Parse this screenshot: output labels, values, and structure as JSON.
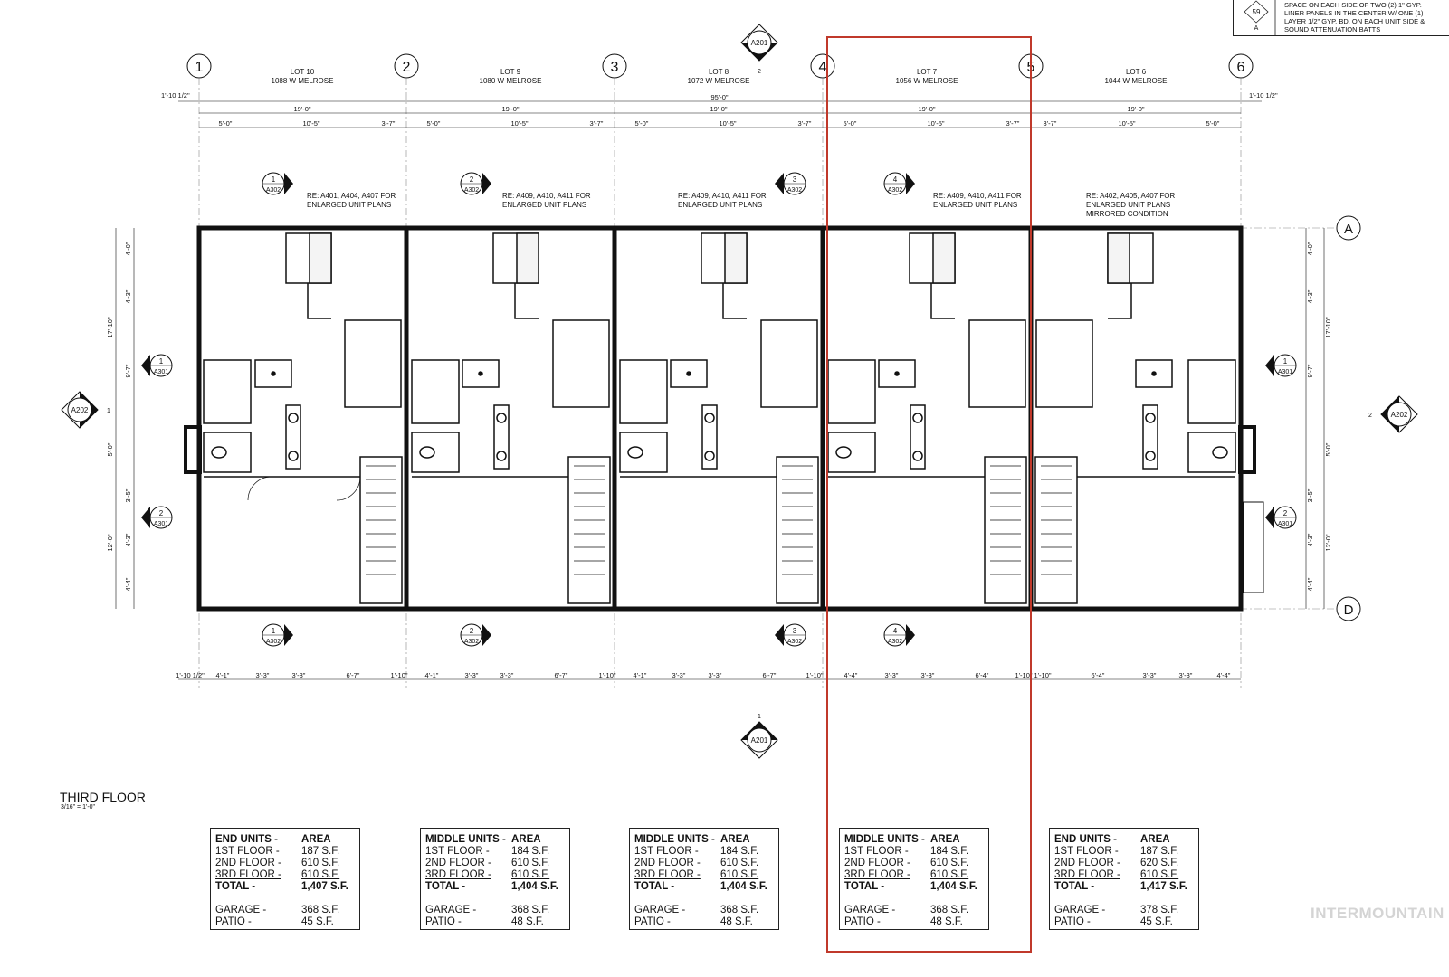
{
  "notes": {
    "top_right": "SPACE ON EACH SIDE OF TWO (2) 1\" GYP.\nLINER PANELS IN THE CENTER W/ ONE (1)\nLAYER 1/2\" GYP. BD. ON EACH UNIT SIDE &\nSOUND ATTENUATION BATTS",
    "tag_number": "59",
    "tag_letter": "A"
  },
  "grid": {
    "columns": [
      "1",
      "2",
      "3",
      "4",
      "5",
      "6"
    ],
    "rows": [
      "A",
      "D"
    ]
  },
  "lots": [
    {
      "lot": "LOT 10",
      "address": "1088 W MELROSE",
      "ref": "RE: A401, A404, A407 FOR",
      "ref2": "ENLARGED UNIT PLANS",
      "ref3": ""
    },
    {
      "lot": "LOT 9",
      "address": "1080 W MELROSE",
      "ref": "RE: A409, A410, A411 FOR",
      "ref2": "ENLARGED UNIT PLANS",
      "ref3": ""
    },
    {
      "lot": "LOT 8",
      "address": "1072 W MELROSE",
      "ref": "RE: A409, A410, A411 FOR",
      "ref2": "ENLARGED UNIT PLANS",
      "ref3": ""
    },
    {
      "lot": "LOT 7",
      "address": "1056 W MELROSE",
      "ref": "RE: A409, A410, A411 FOR",
      "ref2": "ENLARGED UNIT PLANS",
      "ref3": ""
    },
    {
      "lot": "LOT 6",
      "address": "1044 W MELROSE",
      "ref": "RE: A402, A405, A407 FOR",
      "ref2": "ENLARGED UNIT PLANS",
      "ref3": "MIRRORED CONDITION"
    }
  ],
  "dimensions": {
    "overall": "95'-0\"",
    "end_offset": "1'-10 1/2\"",
    "unit_width": "19'-0\"",
    "top_sub": [
      [
        "5'-0\"",
        "10'-5\"",
        "3'-7\""
      ],
      [
        "5'-0\"",
        "10'-5\"",
        "3'-7\""
      ],
      [
        "5'-0\"",
        "10'-5\"",
        "3'-7\""
      ],
      [
        "5'-0\"",
        "10'-5\"",
        "3'-7\""
      ],
      [
        "3'-7\"",
        "10'-5\"",
        "5'-0\""
      ]
    ],
    "bottom": [
      "1'-10 1/2\"",
      "4'-1\"",
      "3'-3\"",
      "3'-3\"",
      "6'-7\"",
      "1'-10\"",
      "4'-1\"",
      "3'-3\"",
      "3'-3\"",
      "6'-7\"",
      "1'-10\"",
      "4'-1\"",
      "3'-3\"",
      "3'-3\"",
      "6'-7\"",
      "1'-10\"",
      "4'-4\"",
      "3'-3\"",
      "3'-3\"",
      "6'-4\"",
      "1'-10\"",
      "1'-10\"",
      "6'-4\"",
      "3'-3\"",
      "3'-3\"",
      "4'-4\""
    ],
    "left_outer": [
      "17'-10\"",
      "5'-0\"",
      "12'-0\""
    ],
    "left_inner": [
      "4'-0\"",
      "4'-3\"",
      "9'-7\"",
      "3'-5\"",
      "4'-3\"",
      "4'-4\""
    ],
    "right_outer": [
      "17'-10\"",
      "5'-0\"",
      "12'-0\""
    ],
    "right_inner": [
      "4'-0\"",
      "4'-3\"",
      "9'-7\"",
      "3'-5\"",
      "4'-3\"",
      "4'-4\""
    ]
  },
  "section_tags": {
    "a201": "A201",
    "a202": "A202",
    "a301": "A301",
    "a302": "A302",
    "num_1": "1",
    "num_2": "2",
    "num_3": "3",
    "num_4": "4"
  },
  "drawing": {
    "number": "1",
    "title": "THIRD FLOOR",
    "scale": "3/16\" = 1'-0\""
  },
  "area_tables": [
    {
      "header": "END UNITS -",
      "header_val": "AREA",
      "rows": [
        [
          "1ST FLOOR -",
          "187 S.F."
        ],
        [
          "2ND FLOOR -",
          "610 S.F."
        ],
        [
          "3RD FLOOR -",
          "610 S.F."
        ]
      ],
      "total": [
        "TOTAL -",
        "1,407 S.F."
      ],
      "garage": [
        "GARAGE -",
        "368 S.F."
      ],
      "patio": [
        "PATIO -",
        "45 S.F."
      ]
    },
    {
      "header": "MIDDLE UNITS -",
      "header_val": "AREA",
      "rows": [
        [
          "1ST FLOOR -",
          "184 S.F."
        ],
        [
          "2ND FLOOR -",
          "610 S.F."
        ],
        [
          "3RD FLOOR -",
          "610 S.F."
        ]
      ],
      "total": [
        "TOTAL -",
        "1,404 S.F."
      ],
      "garage": [
        "GARAGE -",
        "368 S.F."
      ],
      "patio": [
        "PATIO -",
        "48 S.F."
      ]
    },
    {
      "header": "MIDDLE UNITS -",
      "header_val": "AREA",
      "rows": [
        [
          "1ST FLOOR -",
          "184 S.F."
        ],
        [
          "2ND FLOOR -",
          "610 S.F."
        ],
        [
          "3RD FLOOR -",
          "610 S.F."
        ]
      ],
      "total": [
        "TOTAL -",
        "1,404 S.F."
      ],
      "garage": [
        "GARAGE -",
        "368 S.F."
      ],
      "patio": [
        "PATIO -",
        "48 S.F."
      ]
    },
    {
      "header": "MIDDLE UNITS -",
      "header_val": "AREA",
      "rows": [
        [
          "1ST FLOOR -",
          "184 S.F."
        ],
        [
          "2ND FLOOR -",
          "610 S.F."
        ],
        [
          "3RD FLOOR -",
          "610 S.F."
        ]
      ],
      "total": [
        "TOTAL -",
        "1,404 S.F."
      ],
      "garage": [
        "GARAGE -",
        "368 S.F."
      ],
      "patio": [
        "PATIO -",
        "48 S.F."
      ]
    },
    {
      "header": "END UNITS -",
      "header_val": "AREA",
      "rows": [
        [
          "1ST FLOOR -",
          "187 S.F."
        ],
        [
          "2ND FLOOR -",
          "620 S.F."
        ],
        [
          "3RD FLOOR -",
          "610 S.F."
        ]
      ],
      "total": [
        "TOTAL -",
        "1,417 S.F."
      ],
      "garage": [
        "GARAGE -",
        "378 S.F."
      ],
      "patio": [
        "PATIO -",
        "45 S.F."
      ]
    }
  ],
  "highlight_color": "#c0392b",
  "watermark": "INTERMOUNTAIN"
}
